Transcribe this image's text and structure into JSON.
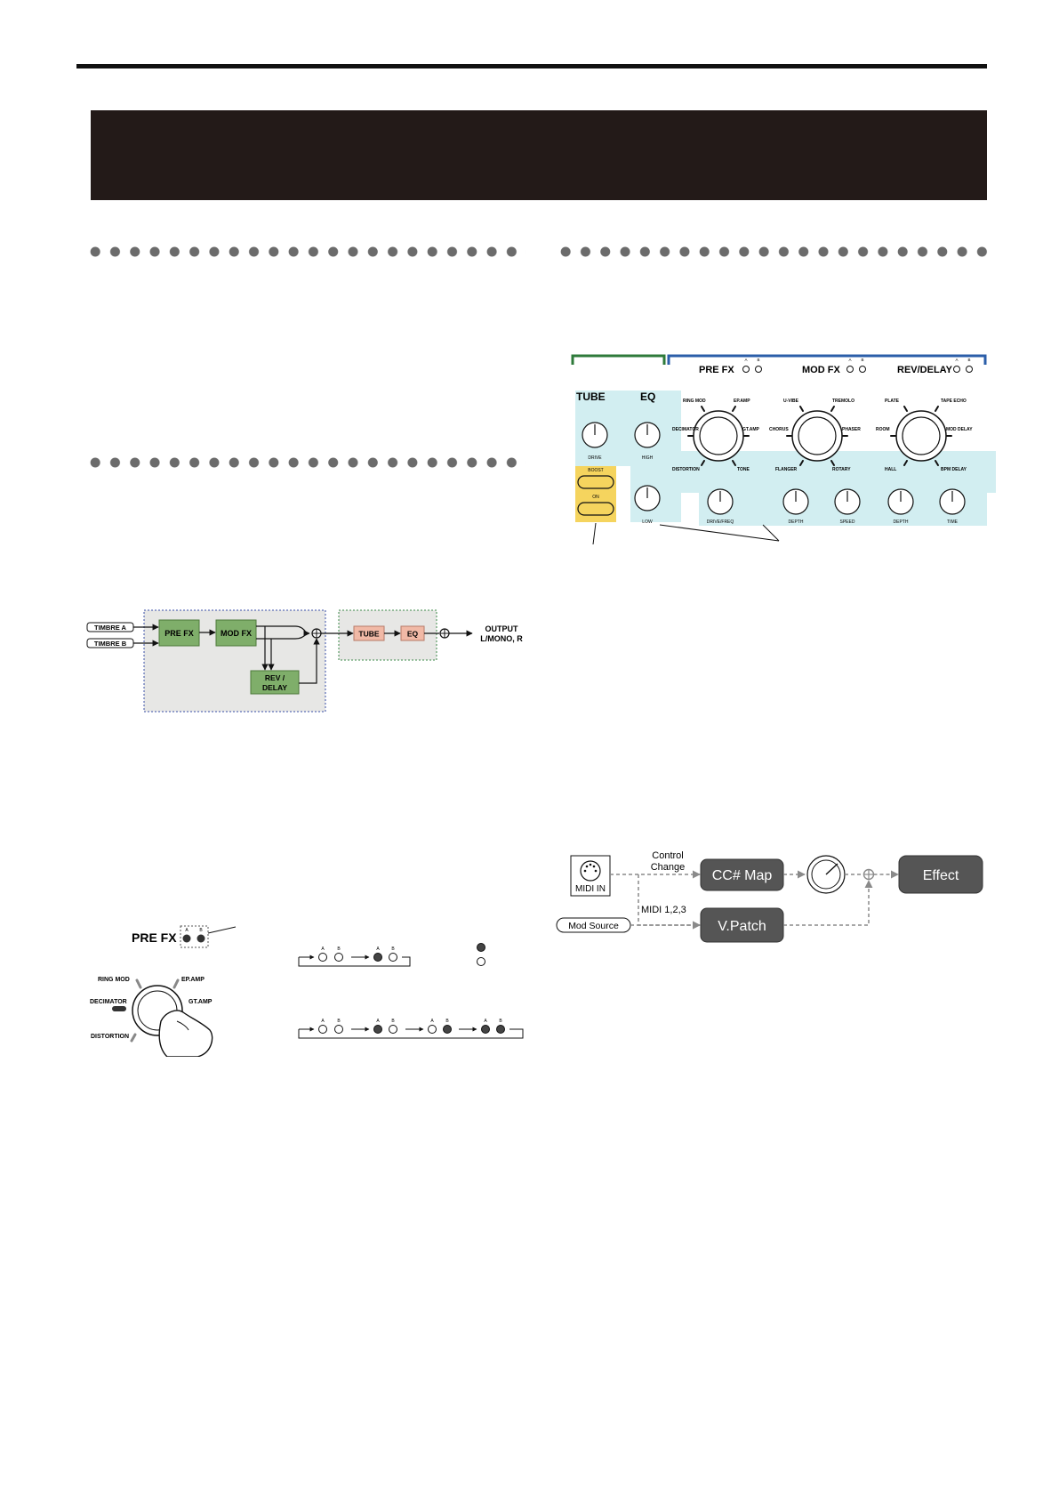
{
  "left_diagram": {
    "timbre_a": "TIMBRE A",
    "timbre_b": "TIMBRE B",
    "pre_fx": "PRE FX",
    "mod_fx": "MOD FX",
    "rev_delay_1": "REV /",
    "rev_delay_2": "DELAY",
    "tube": "TUBE",
    "eq": "EQ",
    "output_1": "OUTPUT",
    "output_2": "L/MONO, R"
  },
  "pre_fx_illustration": {
    "title": "PRE FX",
    "a": "A",
    "b": "B",
    "ring_mod": "RING MOD",
    "ep_amp": "EP.AMP",
    "decimator": "DECIMATOR",
    "gt_amp": "GT.AMP",
    "distortion": "DISTORTION"
  },
  "led_sequence": {
    "a": "A",
    "b": "B"
  },
  "panel": {
    "tube": "TUBE",
    "eq": "EQ",
    "drive": "DRIVE",
    "high": "HIGH",
    "low": "LOW",
    "boost": "BOOST",
    "on": "ON",
    "pre_fx": "PRE FX",
    "mod_fx": "MOD FX",
    "rev_delay": "REV/DELAY",
    "led_a": "A",
    "led_b": "B",
    "pre_options": [
      "RING MOD",
      "EP.AMP",
      "DECIMATOR",
      "GT.AMP",
      "DISTORTION",
      "TONE"
    ],
    "mod_options": [
      "U-VIBE",
      "TREMOLO",
      "CHORUS",
      "PHASER",
      "FLANGER",
      "ROTARY"
    ],
    "rev_options": [
      "PLATE",
      "TAPE ECHO",
      "ROOM",
      "MOD DELAY",
      "HALL",
      "BPM DELAY"
    ],
    "knobs": [
      "DRIVE/FREQ",
      "DEPTH",
      "SPEED",
      "DEPTH",
      "TIME"
    ]
  },
  "midi_diagram": {
    "midi_in": "MIDI IN",
    "control_change_1": "Control",
    "control_change_2": "Change",
    "cc_map": "CC# Map",
    "effect": "Effect",
    "midi_123": "MIDI 1,2,3",
    "mod_source": "Mod Source",
    "v_patch": "V.Patch"
  },
  "colors": {
    "green_block": "#7fae6a",
    "pink_block": "#f1b9a6",
    "panel_cyan": "#d2eef1",
    "panel_yellow": "#f5d45e",
    "bracket_green": "#2e7a3a",
    "bracket_blue": "#2b5ea9",
    "dark_box": "#555555",
    "title_bar": "#231a18"
  }
}
